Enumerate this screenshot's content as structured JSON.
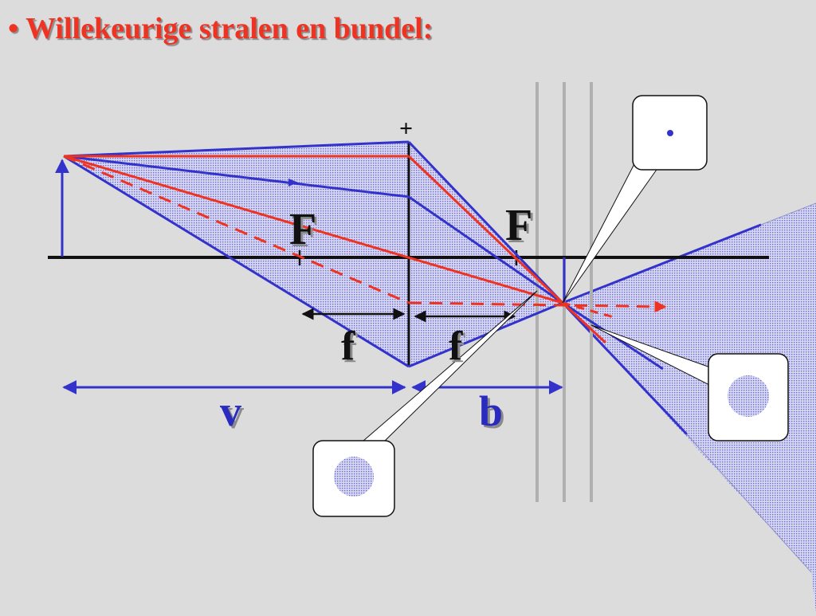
{
  "title": "• Willekeurige stralen en bundel:",
  "labels": {
    "focus_left": "F",
    "focus_right": "F",
    "f_left": "f",
    "f_right": "f",
    "v": "v",
    "b": "b",
    "lens_plus": "+"
  },
  "colors": {
    "ray_red": "#ee3322",
    "ray_blue": "#3333cc",
    "label_black": "#111111",
    "label_blue": "#2a2abf",
    "screen_gray": "#b0b0b0",
    "background": "#dcdcdc"
  }
}
